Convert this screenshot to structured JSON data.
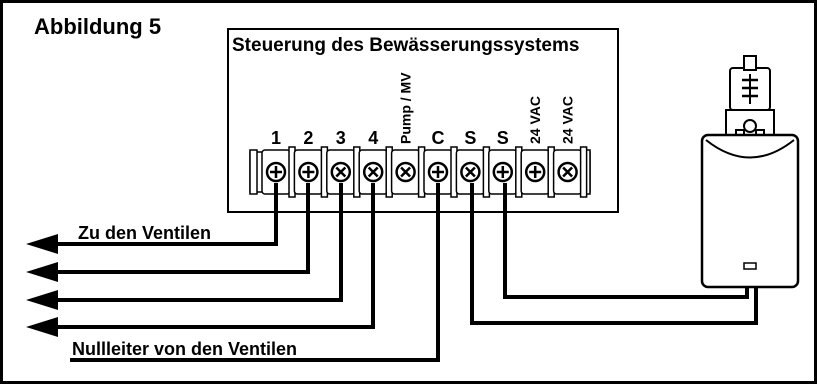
{
  "figure": {
    "title": "Abbildung 5",
    "controller_title": "Steuerung des Bewässerungssystems",
    "terminals": [
      {
        "label": "1",
        "vertical": false
      },
      {
        "label": "2",
        "vertical": false
      },
      {
        "label": "3",
        "vertical": false
      },
      {
        "label": "4",
        "vertical": false
      },
      {
        "label": "Pump / MV",
        "vertical": true
      },
      {
        "label": "C",
        "vertical": false
      },
      {
        "label": "S",
        "vertical": false
      },
      {
        "label": "S",
        "vertical": false
      },
      {
        "label": "24 VAC",
        "vertical": true
      },
      {
        "label": "24 VAC",
        "vertical": true
      }
    ],
    "wire_labels": {
      "valves": "Zu den Ventilen",
      "neutral": "Nullleiter von den Ventilen"
    }
  }
}
